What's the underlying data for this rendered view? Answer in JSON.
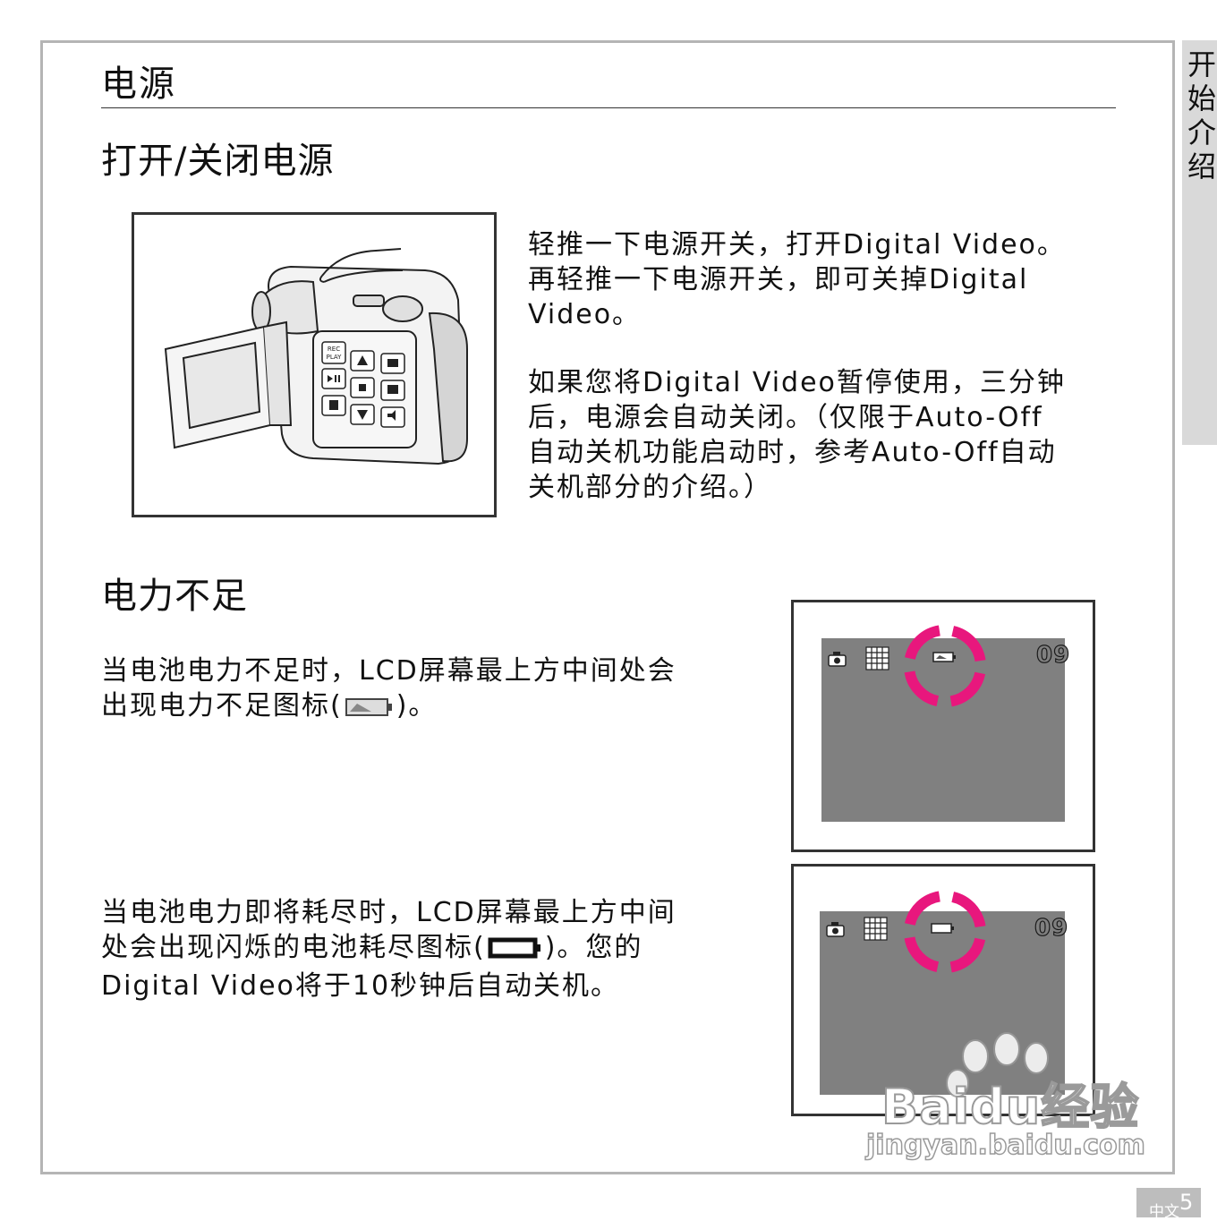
{
  "side_tab": {
    "label": "开始介绍"
  },
  "section": {
    "title": "电源"
  },
  "power_on_off": {
    "title": "打开/关闭电源",
    "para1": "轻推一下电源开关，打开Digital Video。\n再轻推一下电源开关，即可关掉Digital\nVideo。",
    "para2": "如果您将Digital Video暂停使用，三分钟\n后，电源会自动关闭。（仅限于Auto-Off\n自动关机功能启动时，参考Auto-Off自动\n关机部分的介绍。）",
    "camera_buttons": {
      "rec_play": "REC\nPLAY"
    }
  },
  "low_power": {
    "title": "电力不足",
    "para1_before": "当电池电力不足时，LCD屏幕最上方中间处会\n出现电力不足图标(",
    "para1_after": ")。",
    "para2_before": "当电池电力即将耗尽时，LCD屏幕最上方中间\n处会出现闪烁的电池耗尽图标(",
    "para2_after": ")。您的\nDigital Video将于10秒钟后自动关机。",
    "screen1": {
      "count": "09",
      "icons": [
        "camera-icon",
        "grid-icon",
        "battery-low-icon"
      ],
      "highlight_color": "#e8177d"
    },
    "screen2": {
      "count": "09",
      "icons": [
        "camera-icon",
        "grid-icon",
        "battery-empty-icon"
      ],
      "highlight_color": "#e8177d"
    }
  },
  "footer": {
    "lang": "中文",
    "page": "5"
  },
  "watermark": {
    "brand": "Baidu经验",
    "url": "jingyan.baidu.com"
  }
}
